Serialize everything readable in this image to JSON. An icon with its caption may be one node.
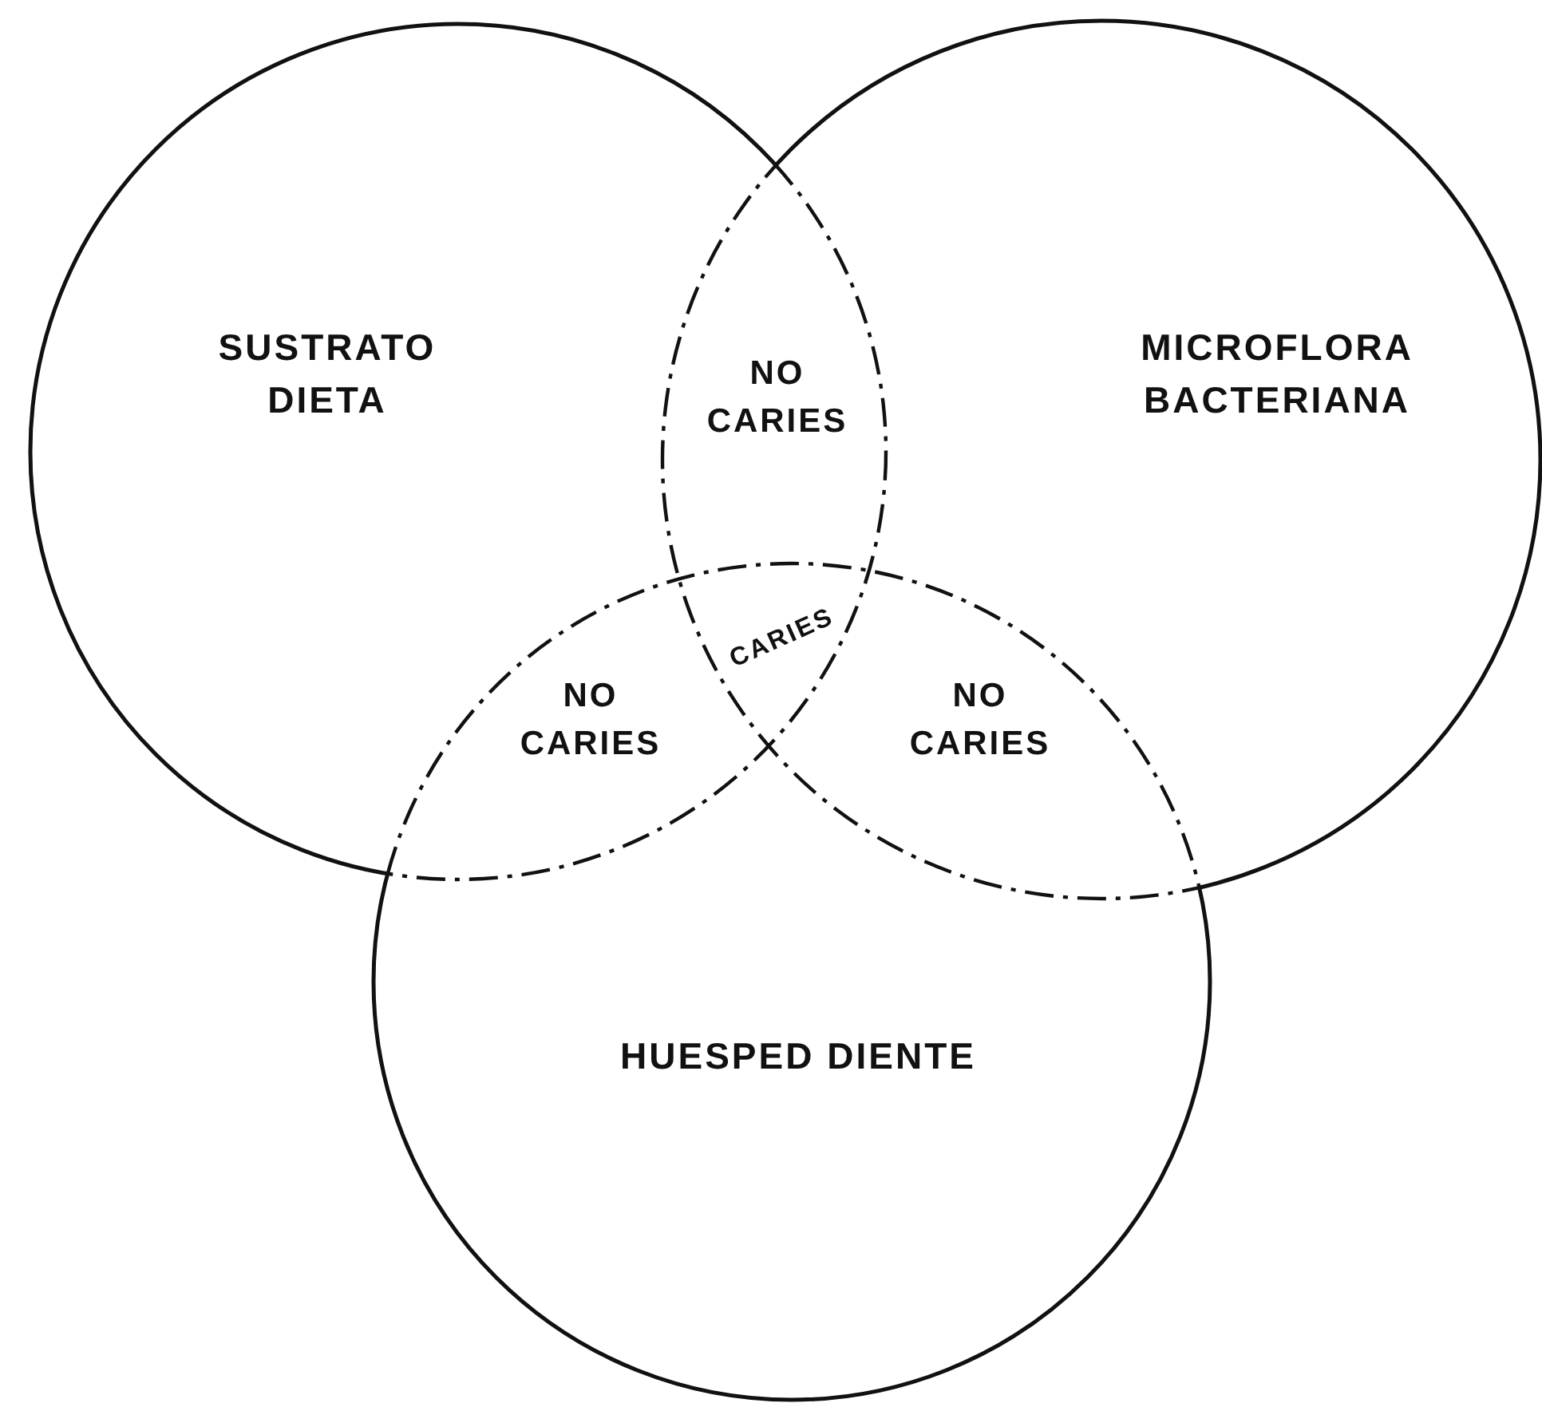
{
  "diagram": {
    "nodes": [
      {
        "text": [
          "SUSTRATO DIETA"
        ]
      },
      {
        "text": [
          "MICROFLORA BACTERIANA"
        ]
      },
      {
        "text": [
          "HUESPED DIENTE"
        ]
      }
    ],
    "labels": [
      "NO CARIES",
      "CARIES",
      "NO CARIES",
      "NO CARIES"
    ]
  }
}
